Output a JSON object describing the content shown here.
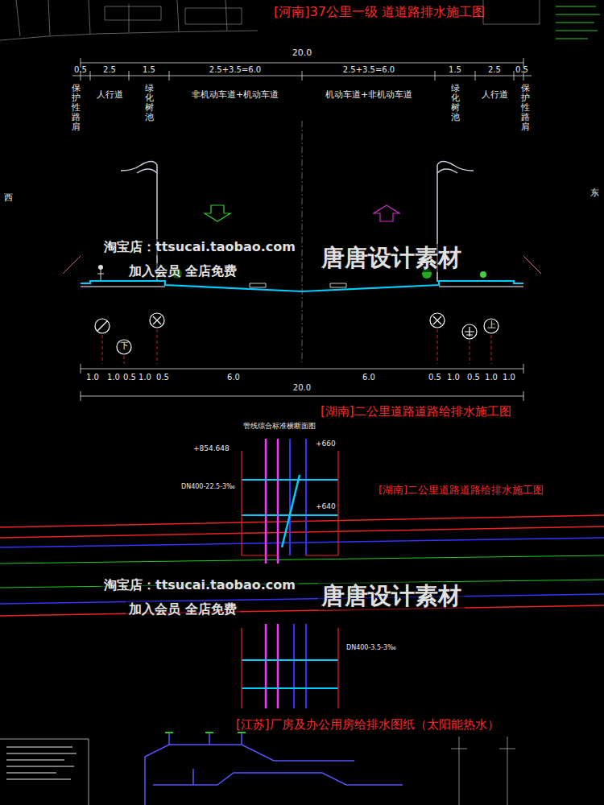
{
  "diagram": {
    "title": "[河南]37公里一级 道道路排水施工图",
    "labels": [
      "20.0",
      "0.5",
      "2.5",
      "1.5",
      "2.5+3.5=6.0",
      "2.5+3.5=6.0",
      "1.5",
      "2.5",
      "0.5",
      "保护性路肩",
      "人行道",
      "绿化树池",
      "非机动车道+机动车道",
      "机动车道+非机动车道",
      "绿化树池",
      "人行道",
      "保护性路肩",
      "西",
      "东",
      "淘宝店：ttsucai.taobao.com",
      "加入会员 全店免费",
      "唐唐设计素材",
      "下",
      "上",
      "1.0",
      "1.0",
      "0.5",
      "1.0",
      "0.5",
      "6.0",
      "6.0",
      "0.5",
      "1.0",
      "0.5",
      "1.0",
      "1.0",
      "20.0",
      "[湖南]二公里道路道路给排水施工图",
      "管线综合标准横断面图",
      "+854.648",
      "+660",
      "+640",
      "DN400-22.5-3‰",
      "[湖南]二公里道路道路给排水施工图",
      "淘宝店：ttsucai.taobao.com",
      "加入会员 全店免费",
      "唐唐设计素材",
      "DN400-3.5-3‰",
      "[江苏]厂房及办公用房给排水图纸（太阳能热水）"
    ]
  }
}
